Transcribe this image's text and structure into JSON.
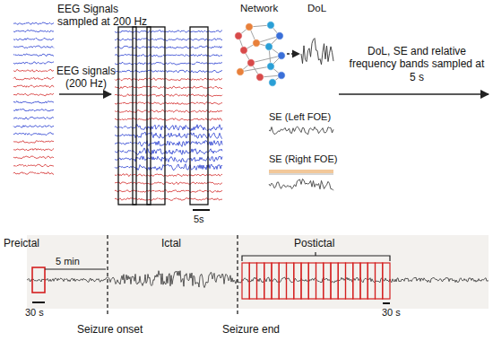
{
  "diagram": {
    "labels": [
      "EEG Signals sampled at 200 Hz",
      "EEG signals (200 Hz)",
      "Network",
      "DoL",
      "SE (Left FOE)",
      "SE (Right FOE)",
      "5s",
      "DoL, SE and relative frequency bands sampled at 5 s",
      "Preictal",
      "5 min",
      "Ictal",
      "Postictal",
      "30 s",
      "Seizure onset",
      "Seizure end",
      "30 s"
    ]
  }
}
